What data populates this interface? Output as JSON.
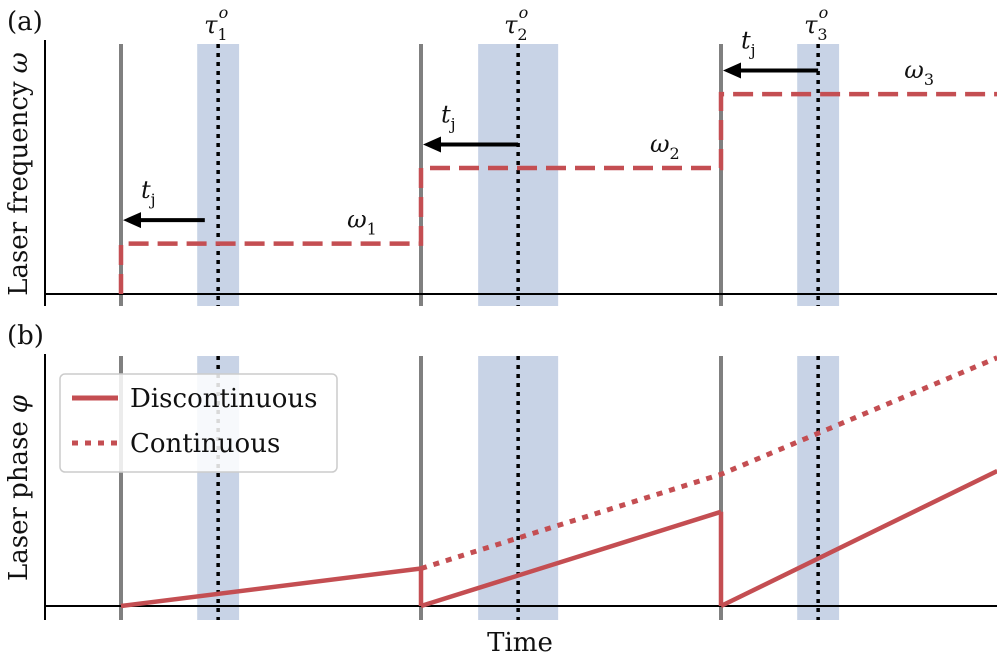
{
  "colors": {
    "pulse_line": "#808080",
    "band": "#c8d3e6",
    "series": "#c44e52",
    "axis": "#000000",
    "obs_line": "#000000",
    "arrow": "#000000"
  },
  "chart_data": [
    {
      "type": "line",
      "panel_label": "(a)",
      "xlabel": "",
      "ylabel": "Laser frequency",
      "ylabel_symbol": "ω",
      "xlim": [
        0,
        1000
      ],
      "ylim": [
        0,
        300
      ],
      "grid": false,
      "pulse_times": [
        80,
        395,
        710
      ],
      "observation_times": [
        {
          "base": "τ",
          "sub": "1",
          "sup": "o",
          "t": 182
        },
        {
          "base": "τ",
          "sub": "2",
          "sup": "o",
          "t": 497
        },
        {
          "base": "τ",
          "sub": "3",
          "sup": "o",
          "t": 812
        }
      ],
      "observation_band_halfwidth": [
        22,
        42,
        22
      ],
      "series": [
        {
          "style": "dashed",
          "x": [
            80,
            80,
            395,
            395,
            710,
            710,
            1000
          ],
          "y": [
            0,
            60,
            60,
            150,
            150,
            238,
            238
          ]
        }
      ],
      "arrows": [
        {
          "label_base": "t",
          "label_sub": "j",
          "from": 168,
          "to": 80,
          "y": 88
        },
        {
          "label_base": "t",
          "label_sub": "j",
          "from": 497,
          "to": 395,
          "y": 178
        },
        {
          "label_base": "t",
          "label_sub": "j",
          "from": 812,
          "to": 710,
          "y": 266
        }
      ],
      "annotations": [
        {
          "base": "ω",
          "sub": "1",
          "x": 330,
          "y": 72
        },
        {
          "base": "ω",
          "sub": "2",
          "x": 648,
          "y": 162
        },
        {
          "base": "ω",
          "sub": "3",
          "x": 915,
          "y": 250
        }
      ]
    },
    {
      "type": "line",
      "panel_label": "(b)",
      "xlabel": "Time",
      "ylabel": "Laser phase",
      "ylabel_symbol": "φ",
      "xlim": [
        0,
        1000
      ],
      "ylim": [
        0,
        300
      ],
      "grid": false,
      "pulse_times": [
        80,
        395,
        710
      ],
      "observation_times": [
        182,
        497,
        812
      ],
      "observation_band_halfwidth": [
        22,
        42,
        22
      ],
      "legend_position": "upper-left",
      "legend": [
        {
          "label": "Discontinuous",
          "style": "solid"
        },
        {
          "label": "Continuous",
          "style": "dotted"
        }
      ],
      "series": [
        {
          "name": "Discontinuous",
          "style": "solid",
          "segments": [
            {
              "x": [
                80,
                395
              ],
              "y": [
                0,
                45
              ]
            },
            {
              "x": [
                395,
                395
              ],
              "y": [
                45,
                0
              ]
            },
            {
              "x": [
                395,
                710
              ],
              "y": [
                0,
                113
              ]
            },
            {
              "x": [
                710,
                710
              ],
              "y": [
                113,
                0
              ]
            },
            {
              "x": [
                710,
                1000
              ],
              "y": [
                0,
                162
              ]
            }
          ]
        },
        {
          "name": "Continuous",
          "style": "dotted",
          "segments": [
            {
              "x": [
                395,
                710,
                1000
              ],
              "y": [
                45,
                158,
                298
              ]
            }
          ]
        }
      ]
    }
  ]
}
